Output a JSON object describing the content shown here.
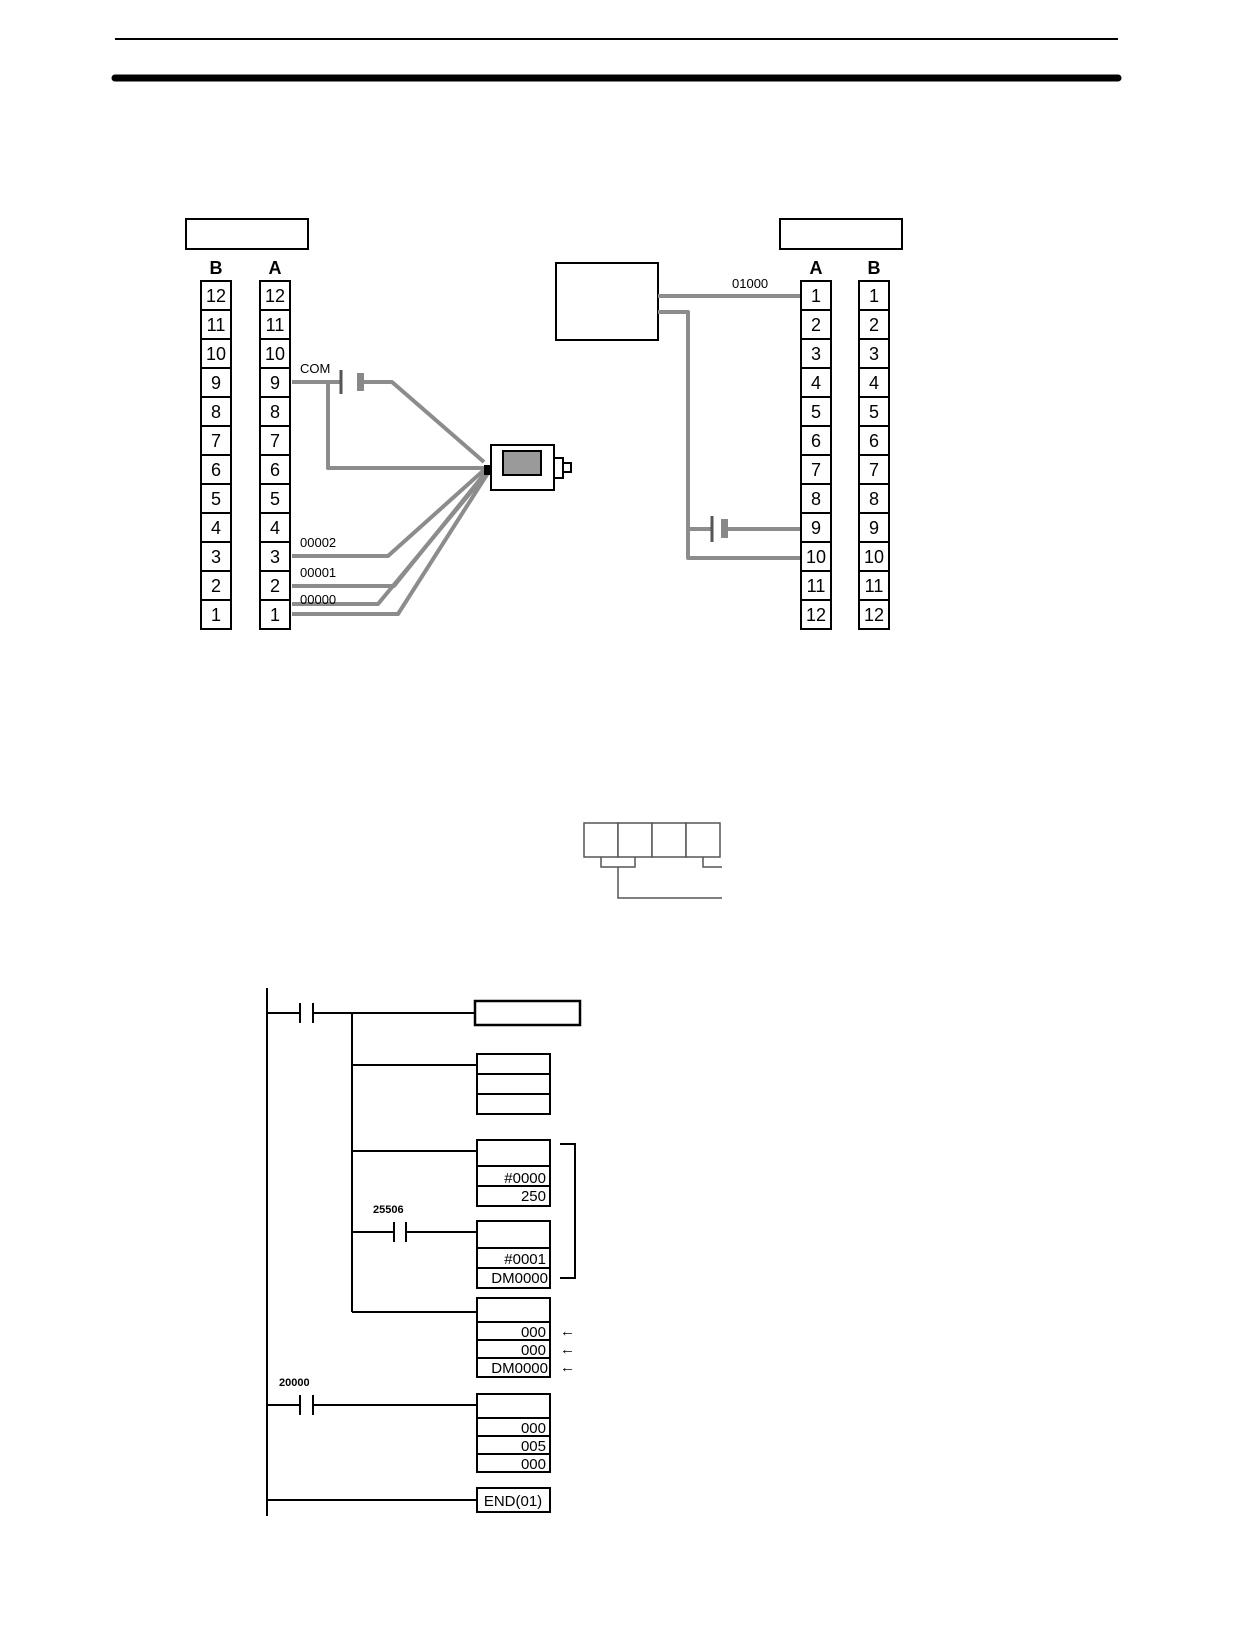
{
  "wiring": {
    "input_terminal": {
      "column_labels": [
        "B",
        "A"
      ],
      "numbers_top_to_bottom": [
        "12",
        "11",
        "10",
        "9",
        "8",
        "7",
        "6",
        "5",
        "4",
        "3",
        "2",
        "1"
      ]
    },
    "output_terminal": {
      "column_labels": [
        "A",
        "B"
      ],
      "numbers_top_to_bottom": [
        "1",
        "2",
        "3",
        "4",
        "5",
        "6",
        "7",
        "8",
        "9",
        "10",
        "11",
        "12"
      ]
    },
    "wire_labels": {
      "com": "COM",
      "in_2": "00002",
      "in_1": "00001",
      "in_0": "00000",
      "out_0": "01000"
    }
  },
  "digits_box_count": 4,
  "ladder": {
    "contact_25506": "25506",
    "contact_20000": "20000",
    "block2_operands": [
      "#0000",
      "250"
    ],
    "block3_operands": [
      "#0001",
      "DM0000"
    ],
    "block4_operands": [
      "000",
      "000",
      "DM0000"
    ],
    "block5_operands": [
      "000",
      "005",
      "000"
    ],
    "end_instruction": "END(01)",
    "arrow_glyph": "←"
  }
}
